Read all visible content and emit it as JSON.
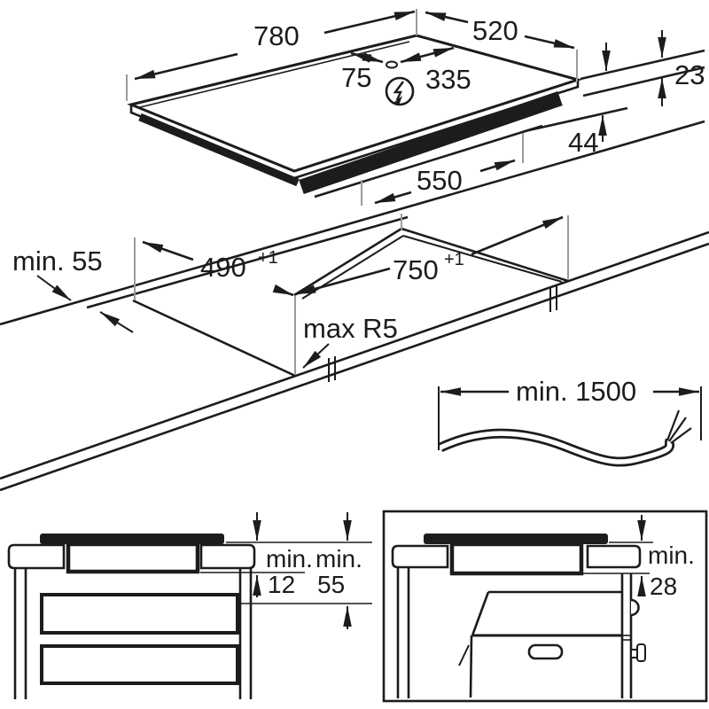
{
  "title": "Built-in hob installation diagram",
  "colors": {
    "ink": "#1c1c1c",
    "muted_line": "#9b9b9b",
    "background": "#ffffff"
  },
  "hob_view": {
    "width": "780",
    "depth": "520",
    "mains_offset_left": "75",
    "mains_offset_right": "335",
    "height_above_worktop": "23",
    "height_below_worktop": "44",
    "casing_length": "550",
    "power_symbol_icon": "lightning-bolt-icon"
  },
  "cutout_view": {
    "wall_clearance": "min. 55",
    "cutout_depth": "490",
    "cutout_depth_tolerance": "+1",
    "cutout_width": "750",
    "cutout_width_tolerance": "+1",
    "corner_radius": "max R5"
  },
  "cable_view": {
    "cable_length": "min. 1500"
  },
  "drawer_view": {
    "gap_label_1": "min.",
    "gap_value_1": "12",
    "gap_label_2": "min.",
    "gap_value_2": "55"
  },
  "oven_view": {
    "gap_label": "min.",
    "gap_value": "28"
  }
}
